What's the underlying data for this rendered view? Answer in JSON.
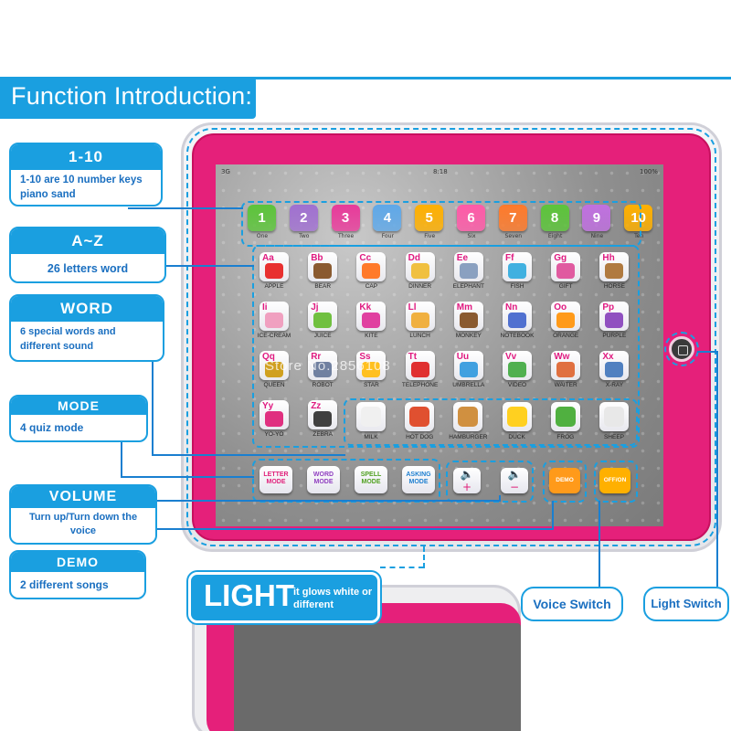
{
  "header": {
    "title": "Function Introduction:"
  },
  "status_bar": {
    "left": "3G",
    "time": "8:18",
    "right": "100%"
  },
  "callouts": {
    "numbers": {
      "title": "1-10",
      "body": "1-10 are 10 number keys piano sand"
    },
    "letters": {
      "title": "A~Z",
      "body": "26 letters word"
    },
    "word": {
      "title": "WORD",
      "body": "6 special words and different sound"
    },
    "mode": {
      "title": "MODE",
      "body": "4 quiz mode"
    },
    "volume": {
      "title": "VOLUME",
      "body": "Turn up/Turn down the voice"
    },
    "demo": {
      "title": "DEMO",
      "body": "2 different songs"
    },
    "light": {
      "title": "LIGHT",
      "body": "it glows white or different"
    },
    "voice_switch": "Voice Switch",
    "light_switch": "Light Switch"
  },
  "number_keys": [
    {
      "label": "1",
      "word": "One",
      "color": "#5cc43a"
    },
    {
      "label": "2",
      "word": "Two",
      "color": "#a070d0"
    },
    {
      "label": "3",
      "word": "Three",
      "color": "#e83a9a"
    },
    {
      "label": "4",
      "word": "Four",
      "color": "#5fa8e8"
    },
    {
      "label": "5",
      "word": "Five",
      "color": "#ffb000"
    },
    {
      "label": "6",
      "word": "Six",
      "color": "#ff5aa8"
    },
    {
      "label": "7",
      "word": "Seven",
      "color": "#ff7a2a"
    },
    {
      "label": "8",
      "word": "Eight",
      "color": "#5cc43a"
    },
    {
      "label": "9",
      "word": "Nine",
      "color": "#c070e0"
    },
    {
      "label": "10",
      "word": "Ten",
      "color": "#ffb000"
    }
  ],
  "letter_keys": [
    {
      "letter": "Aa",
      "word": "APPLE",
      "color": "#e83030"
    },
    {
      "letter": "Bb",
      "word": "BEAR",
      "color": "#8a5a30"
    },
    {
      "letter": "Cc",
      "word": "CAP",
      "color": "#ff7a2a"
    },
    {
      "letter": "Dd",
      "word": "DINNER",
      "color": "#f0c040"
    },
    {
      "letter": "Ee",
      "word": "ELEPHANT",
      "color": "#8aa0c0"
    },
    {
      "letter": "Ff",
      "word": "FISH",
      "color": "#40b0e0"
    },
    {
      "letter": "Gg",
      "word": "GIFT",
      "color": "#e05aa0"
    },
    {
      "letter": "Hh",
      "word": "HORSE",
      "color": "#b07a40"
    },
    {
      "letter": "Ii",
      "word": "ICE-CREAM",
      "color": "#f0a0c0"
    },
    {
      "letter": "Jj",
      "word": "JUICE",
      "color": "#70c040"
    },
    {
      "letter": "Kk",
      "word": "KITE",
      "color": "#e040a0"
    },
    {
      "letter": "Ll",
      "word": "LUNCH",
      "color": "#f0b040"
    },
    {
      "letter": "Mm",
      "word": "MONKEY",
      "color": "#8a5a30"
    },
    {
      "letter": "Nn",
      "word": "NOTEBOOK",
      "color": "#5070d0"
    },
    {
      "letter": "Oo",
      "word": "ORANGE",
      "color": "#ff9a1a"
    },
    {
      "letter": "Pp",
      "word": "PURPLE",
      "color": "#9050c0"
    },
    {
      "letter": "Qq",
      "word": "QUEEN",
      "color": "#d0a020"
    },
    {
      "letter": "Rr",
      "word": "ROBOT",
      "color": "#7080a0"
    },
    {
      "letter": "Ss",
      "word": "STAR",
      "color": "#ffc020"
    },
    {
      "letter": "Tt",
      "word": "TELEPHONE",
      "color": "#e03030"
    },
    {
      "letter": "Uu",
      "word": "UMBRELLA",
      "color": "#40a0e0"
    },
    {
      "letter": "Vv",
      "word": "VIDEO",
      "color": "#50b050"
    },
    {
      "letter": "Ww",
      "word": "WAITER",
      "color": "#e07040"
    },
    {
      "letter": "Xx",
      "word": "X-RAY",
      "color": "#5080c0"
    },
    {
      "letter": "Yy",
      "word": "YO-YO",
      "color": "#e03080"
    },
    {
      "letter": "Zz",
      "word": "ZEBRA",
      "color": "#404040"
    }
  ],
  "word_keys": [
    {
      "word": "MILK",
      "color": "#f0f0f0"
    },
    {
      "word": "HOT DOG",
      "color": "#e05030"
    },
    {
      "word": "HAMBURGER",
      "color": "#d09040"
    },
    {
      "word": "DUCK",
      "color": "#ffd020"
    },
    {
      "word": "FROG",
      "color": "#50b040"
    },
    {
      "word": "SHEEP",
      "color": "#e8e8e8"
    }
  ],
  "mode_keys": [
    {
      "label": "LETTER MODE",
      "color": "#e0207a"
    },
    {
      "label": "WORD MODE",
      "color": "#9040c0"
    },
    {
      "label": "SPELL MODE",
      "color": "#50a020"
    },
    {
      "label": "ASKING MODE",
      "color": "#2080d0"
    }
  ],
  "volume_keys": {
    "up": "+",
    "down": "−"
  },
  "control_keys": {
    "demo": "DEMO",
    "power": "OFF/ON"
  },
  "watermark": "Store No.2856108"
}
